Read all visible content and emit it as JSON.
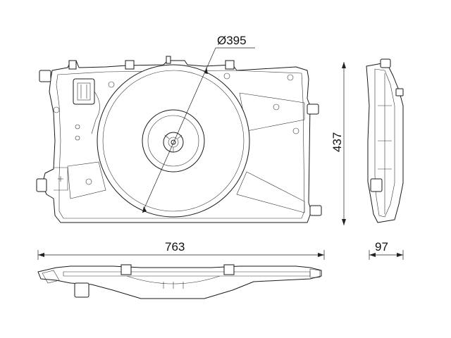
{
  "dimensions": {
    "diameter": "Ø395",
    "width": "763",
    "height": "437",
    "depth": "97"
  },
  "views": [
    "front-view",
    "side-view",
    "bottom-view"
  ],
  "colors": {
    "line": "#1a1a1a",
    "background": "#ffffff"
  }
}
